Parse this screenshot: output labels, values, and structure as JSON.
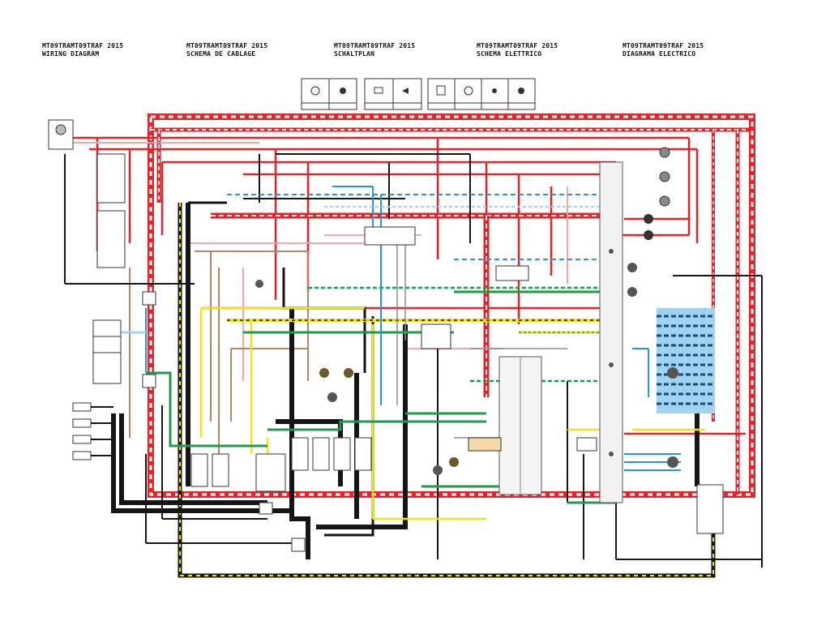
{
  "headers": [
    {
      "model": "MT09TRAMT09TRAF 2015",
      "title": "WIRING DIAGRAM"
    },
    {
      "model": "MT09TRAMT09TRAF 2015",
      "title": "SCHEMA DE CABLAGE"
    },
    {
      "model": "MT09TRAMT09TRAF 2015",
      "title": "SCHALTPLAN"
    },
    {
      "model": "MT09TRAMT09TRAF 2015",
      "title": "SCHEMA ELETTRICO"
    },
    {
      "model": "MT09TRAMT09TRAF 2015",
      "title": "DIAGRAMA ELECTRICO"
    }
  ],
  "legend_groups": [
    {
      "count": 2
    },
    {
      "count": 2
    },
    {
      "count": 4
    }
  ],
  "colors": {
    "red": "#e0262b",
    "pink": "#f2a7a7",
    "black": "#151515",
    "yellow": "#f2e21a",
    "green": "#1f9a4b",
    "blue": "#2a95d6",
    "lightblue": "#9fd3f0",
    "brown": "#b9846a",
    "gray": "#8c8c8c",
    "darkblue": "#174a7a"
  }
}
